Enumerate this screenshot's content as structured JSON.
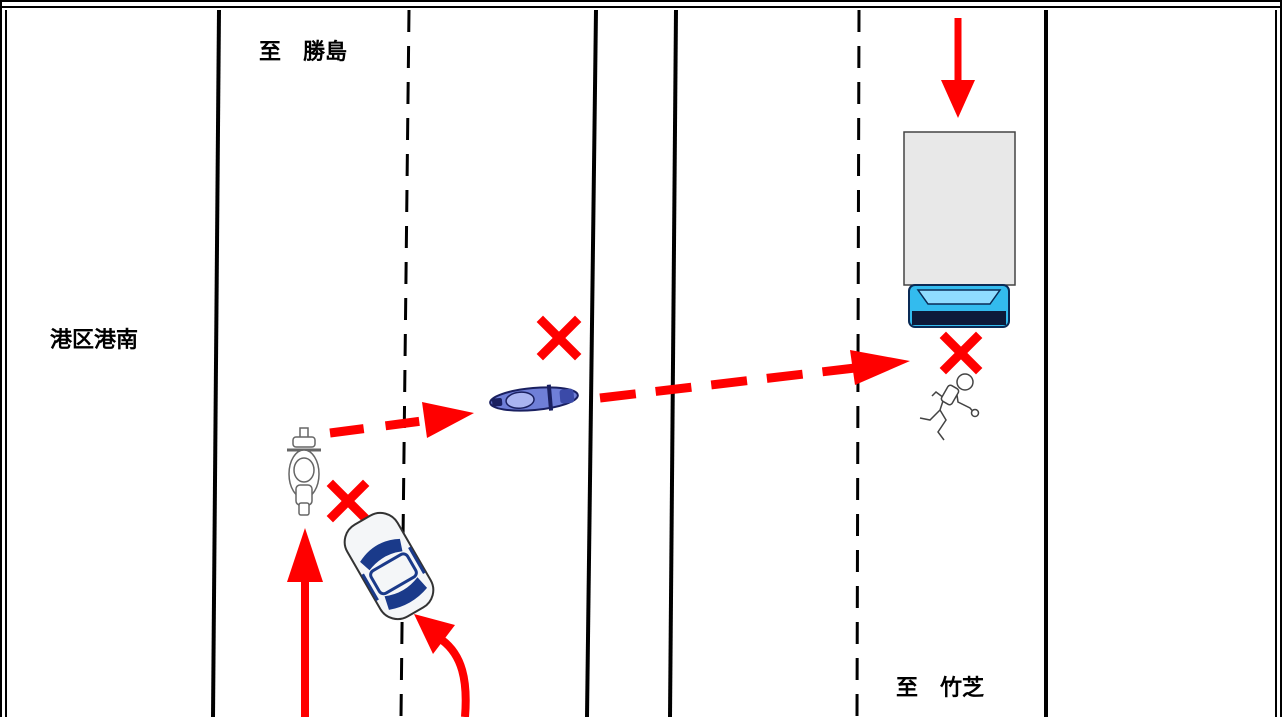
{
  "labels": {
    "direction_north": "至　勝島",
    "location": "港区港南",
    "direction_south": "至　竹芝"
  },
  "colors": {
    "arrow": "#ff0000",
    "lane_line": "#000000",
    "truck_body": "#e8e8e8",
    "truck_cab": "#33bbee",
    "car_body": "#f4f6f8",
    "car_accent": "#1a3a8a",
    "motorcycle_blue": "#6f7fd8",
    "collision_mark": "#ff0000"
  },
  "vehicles": [
    "truck",
    "car",
    "white-motorcycle",
    "blue-motorcycle",
    "pedestrian"
  ],
  "collision_marks": 3
}
